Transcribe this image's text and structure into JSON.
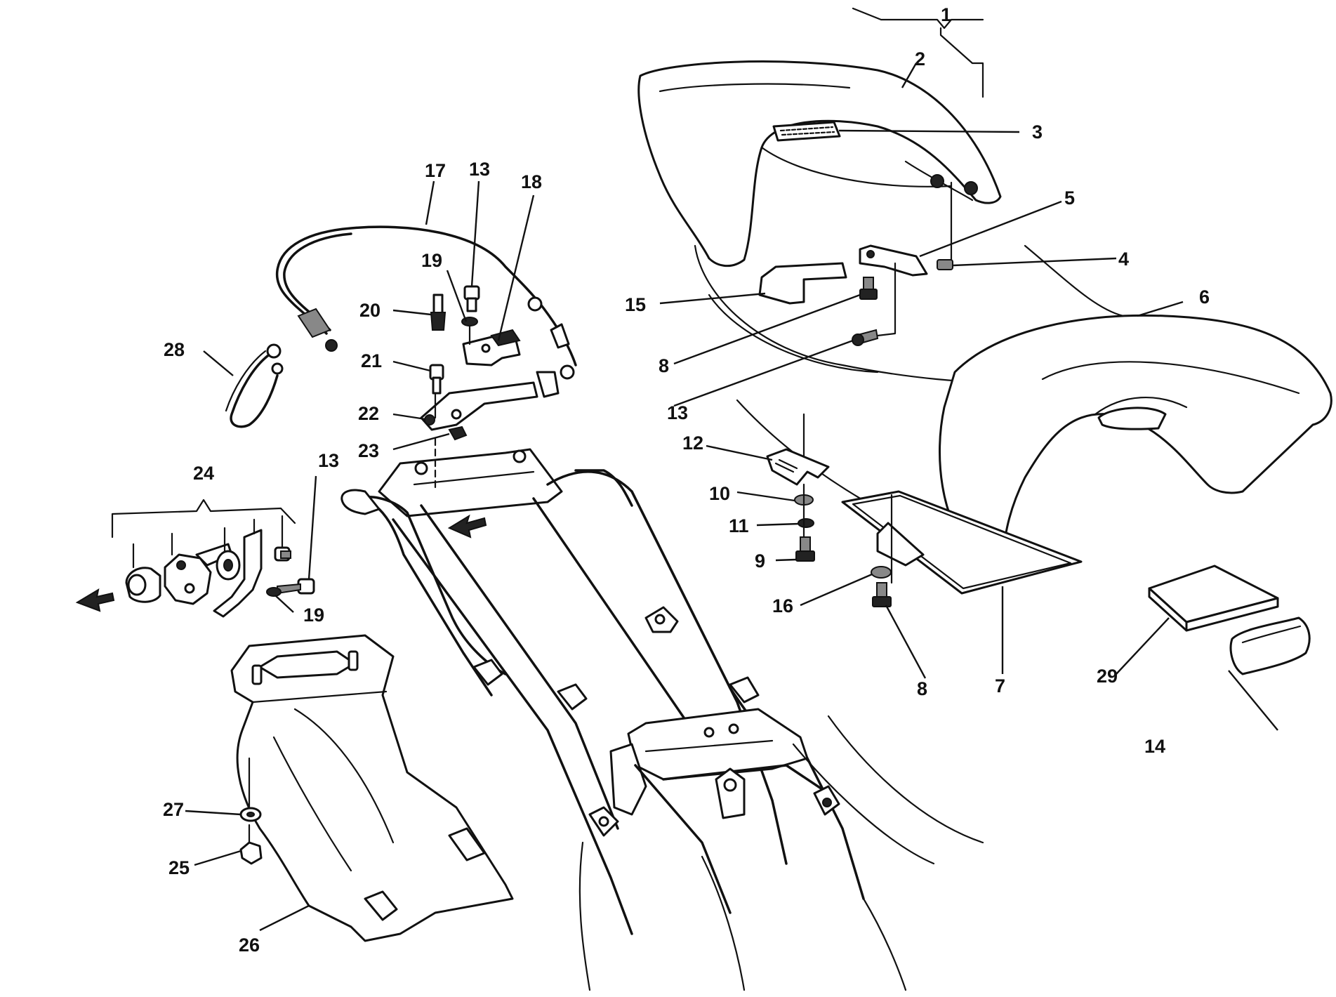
{
  "callouts": [
    {
      "id": "1",
      "label": "1"
    },
    {
      "id": "2",
      "label": "2"
    },
    {
      "id": "3",
      "label": "3"
    },
    {
      "id": "4",
      "label": "4"
    },
    {
      "id": "5",
      "label": "5"
    },
    {
      "id": "6",
      "label": "6"
    },
    {
      "id": "7",
      "label": "7"
    },
    {
      "id": "8a",
      "label": "8"
    },
    {
      "id": "8b",
      "label": "8"
    },
    {
      "id": "9",
      "label": "9"
    },
    {
      "id": "10",
      "label": "10"
    },
    {
      "id": "11",
      "label": "11"
    },
    {
      "id": "12",
      "label": "12"
    },
    {
      "id": "13a",
      "label": "13"
    },
    {
      "id": "13b",
      "label": "13"
    },
    {
      "id": "13c",
      "label": "13"
    },
    {
      "id": "14",
      "label": "14"
    },
    {
      "id": "15",
      "label": "15"
    },
    {
      "id": "16",
      "label": "16"
    },
    {
      "id": "17",
      "label": "17"
    },
    {
      "id": "18",
      "label": "18"
    },
    {
      "id": "19a",
      "label": "19"
    },
    {
      "id": "19b",
      "label": "19"
    },
    {
      "id": "20",
      "label": "20"
    },
    {
      "id": "21",
      "label": "21"
    },
    {
      "id": "22",
      "label": "22"
    },
    {
      "id": "23",
      "label": "23"
    },
    {
      "id": "24",
      "label": "24"
    },
    {
      "id": "25",
      "label": "25"
    },
    {
      "id": "26",
      "label": "26"
    },
    {
      "id": "27",
      "label": "27"
    },
    {
      "id": "28",
      "label": "28"
    },
    {
      "id": "29",
      "label": "29"
    }
  ]
}
